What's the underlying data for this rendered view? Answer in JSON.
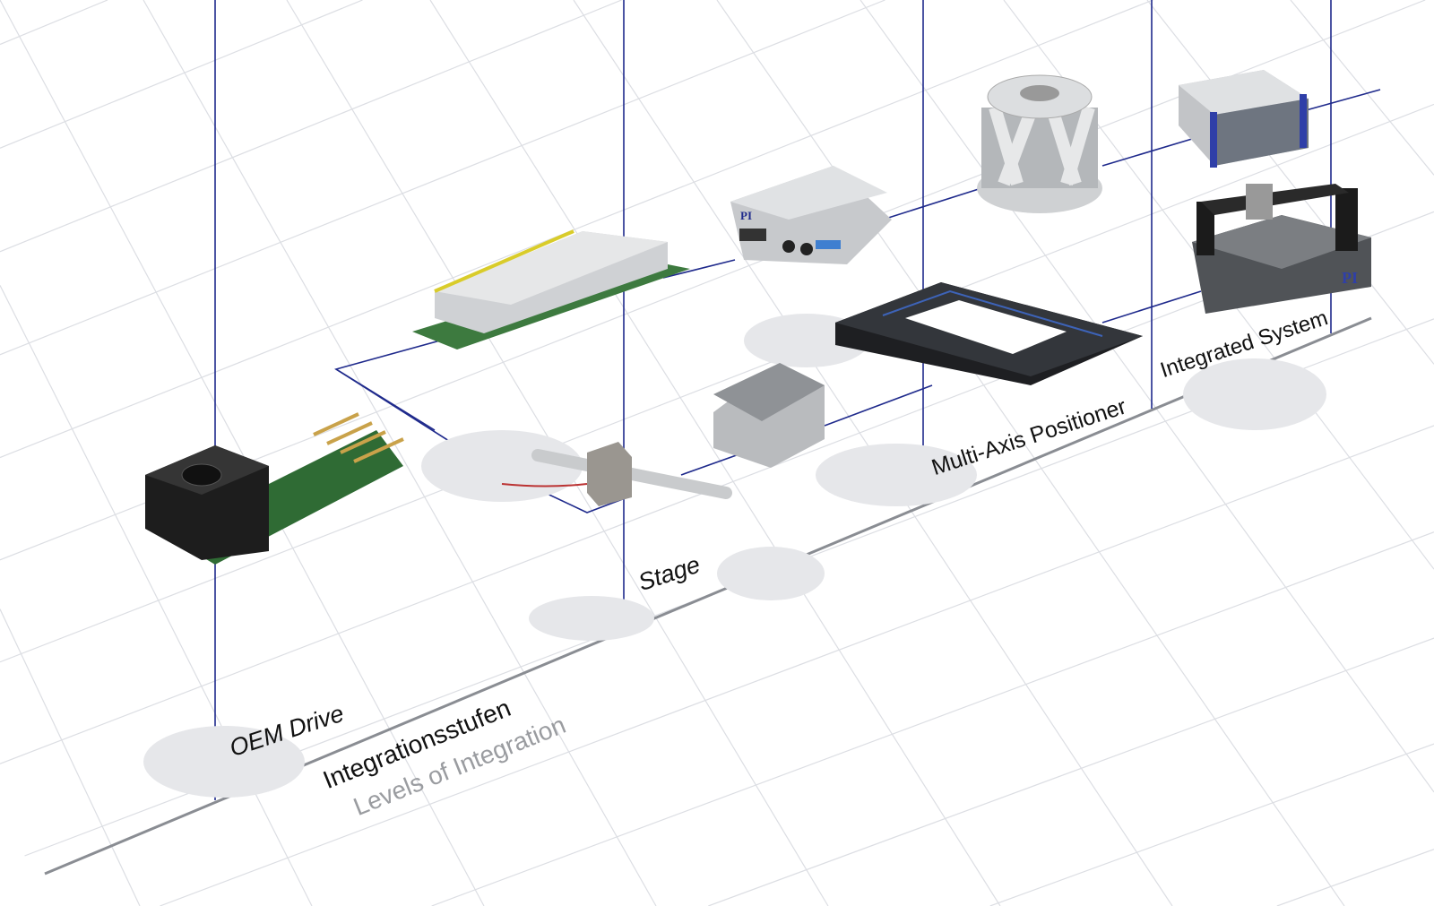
{
  "levels": [
    {
      "label": "OEM Drive"
    },
    {
      "label": "Stage"
    },
    {
      "label": "Multi-Axis Positioner"
    },
    {
      "label": "Integrated System"
    }
  ],
  "axis": {
    "title_de": "Integrationsstufen",
    "title_en": "Levels of Integration"
  },
  "brand": {
    "logo": "PI"
  },
  "colors": {
    "line": "#1f2a8c",
    "grid": "#d9dbe0",
    "axis": "#8a8d93"
  }
}
